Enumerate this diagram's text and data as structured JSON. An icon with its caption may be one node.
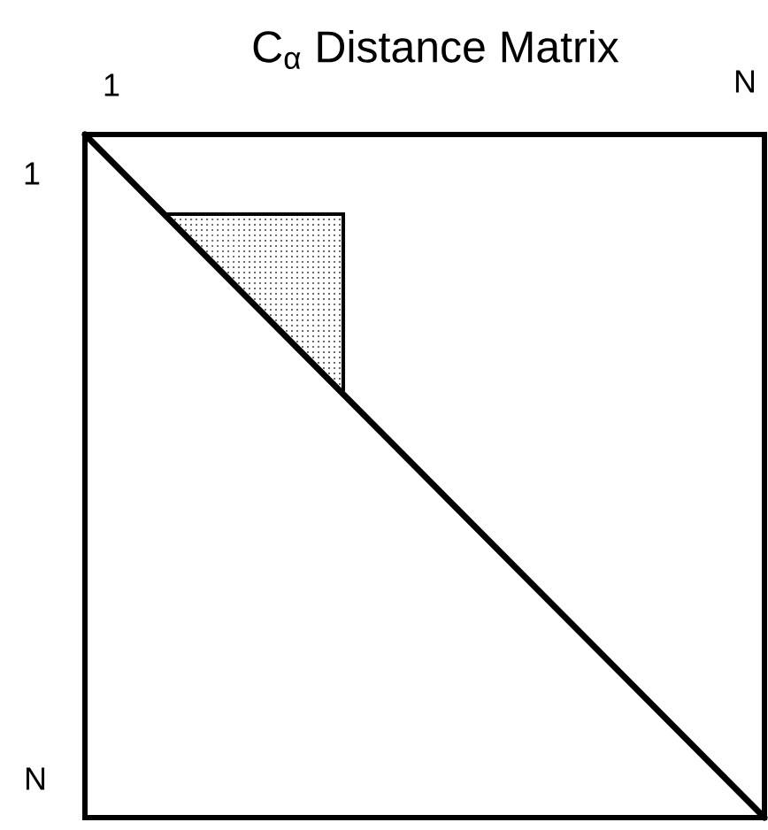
{
  "diagram": {
    "title": "C$_{α}$ Distance Matrix",
    "labels": [
      "1",
      "N",
      "1",
      "N"
    ]
  }
}
